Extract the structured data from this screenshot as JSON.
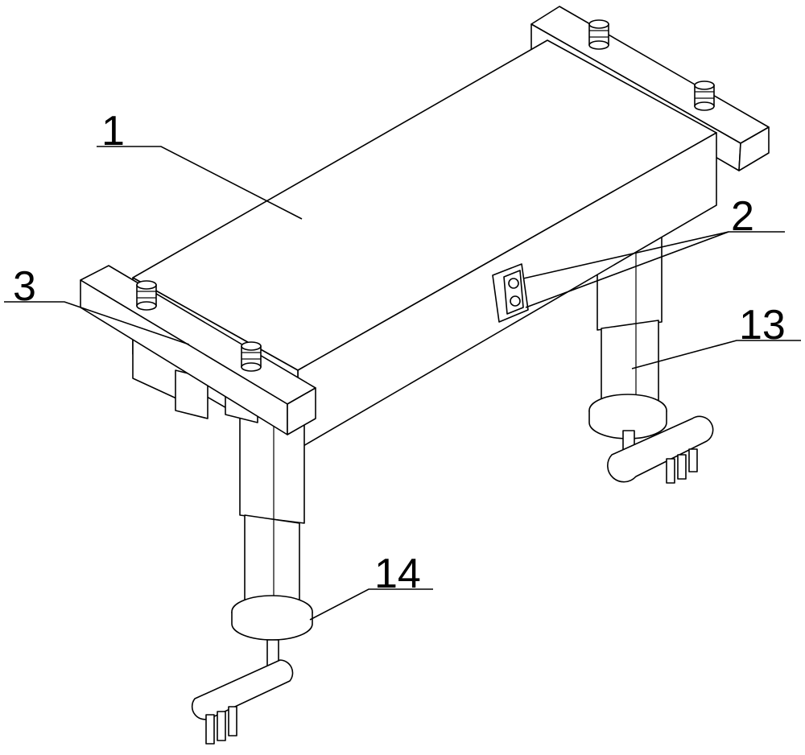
{
  "labels": {
    "part1": "1",
    "part2": "2",
    "part3": "3",
    "part13": "13",
    "part14": "14"
  }
}
